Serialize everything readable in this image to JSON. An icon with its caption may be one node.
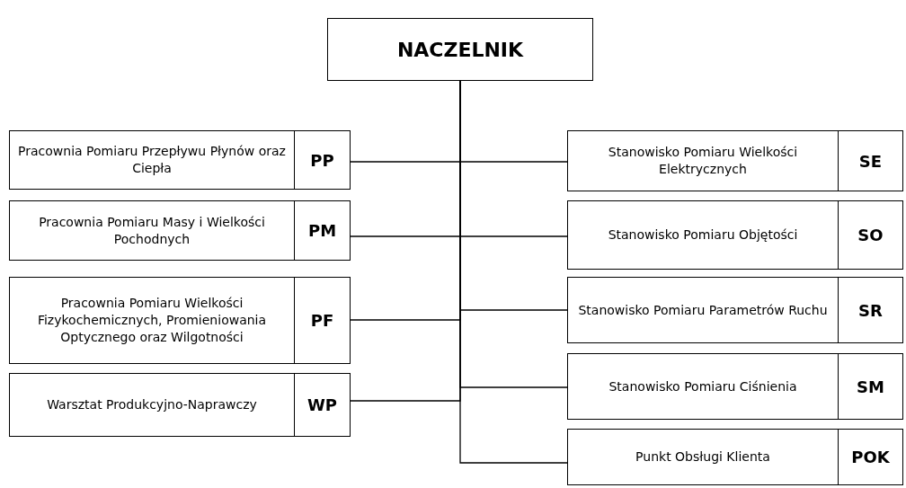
{
  "diagram": {
    "nodes": [
      {
        "text": [
          "NACZELNIK"
        ]
      },
      {
        "text": [
          "Pracownia Pomiaru Przepływu Płynów oraz Ciepła",
          "PP"
        ]
      },
      {
        "text": [
          "Pracownia Pomiaru Masy i Wielkości Pochodnych",
          "PM"
        ]
      },
      {
        "text": [
          "Pracownia Pomiaru Wielkości Fizykochemicznych, Promieniowania Optycznego oraz Wilgotności",
          "PF"
        ]
      },
      {
        "text": [
          "Warsztat Produkcyjno-Naprawczy",
          "WP"
        ]
      },
      {
        "text": [
          "Stanowisko Pomiaru Wielkości Elektrycznych",
          "SE"
        ]
      },
      {
        "text": [
          "Stanowisko Pomiaru Objętości",
          "SO"
        ]
      },
      {
        "text": [
          "Stanowisko Pomiaru Parametrów Ruchu",
          "SR"
        ]
      },
      {
        "text": [
          "Stanowisko Pomiaru Ciśnienia",
          "SM"
        ]
      },
      {
        "text": [
          "Punkt Obsługi Klienta",
          "POK"
        ]
      }
    ],
    "edges": [
      {
        "from": 0,
        "to": 1,
        "arrow": "none"
      },
      {
        "from": 0,
        "to": 2,
        "arrow": "none"
      },
      {
        "from": 0,
        "to": 3,
        "arrow": "none"
      },
      {
        "from": 0,
        "to": 4,
        "arrow": "none"
      },
      {
        "from": 0,
        "to": 5,
        "arrow": "none"
      },
      {
        "from": 0,
        "to": 6,
        "arrow": "none"
      },
      {
        "from": 0,
        "to": 7,
        "arrow": "none"
      },
      {
        "from": 0,
        "to": 8,
        "arrow": "none"
      },
      {
        "from": 0,
        "to": 9,
        "arrow": "none"
      }
    ]
  }
}
